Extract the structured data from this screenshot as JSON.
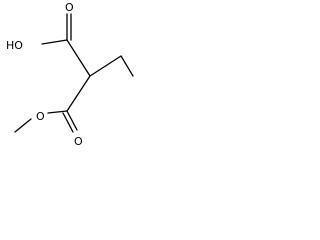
{
  "molecule": {
    "labels": {
      "hydroxyl": "HO",
      "carbonyl_oxygen_top": "O",
      "carbonyl_oxygen_bottom": "O",
      "ester_oxygen": "O"
    }
  }
}
